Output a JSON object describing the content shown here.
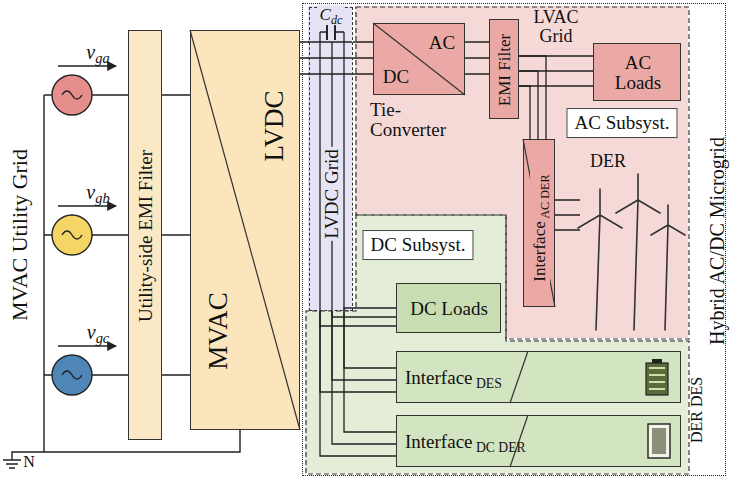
{
  "diagram": {
    "nodes": [
      {
        "text": [
          "Utility-side EMI Filter"
        ]
      },
      {
        "text": [
          "MVAC",
          "LVDC"
        ]
      },
      {
        "text": [
          "Hybrid AC/DC Microgrid"
        ]
      },
      {
        "text": [
          "LVDC Grid"
        ],
        "in": 2
      },
      {
        "text": [
          "AC Subsyst."
        ],
        "in": 2
      },
      {
        "text": [
          "AC",
          "DC",
          "Tie- Converter"
        ],
        "in": 4
      },
      {
        "text": [
          "EMI Filter"
        ],
        "in": 4
      },
      {
        "text": [
          "AC Loads"
        ],
        "in": 4
      },
      {
        "text": [
          "Interface AC DER"
        ],
        "in": 4
      },
      {
        "text": [
          "DC Subsyst."
        ],
        "in": 2
      },
      {
        "text": [
          "DC Loads"
        ],
        "in": 9
      },
      {
        "text": [
          "Interface DES"
        ],
        "in": 9
      },
      {
        "text": [
          "Interface DC DER"
        ],
        "in": 9
      }
    ],
    "edges": [
      {
        "from": 0,
        "to": 1,
        "arrow": "none"
      },
      {
        "from": 1,
        "to": 3,
        "arrow": "none"
      },
      {
        "from": 3,
        "to": 5,
        "arrow": "none"
      },
      {
        "from": 5,
        "to": 6,
        "arrow": "none"
      },
      {
        "from": 6,
        "to": 7,
        "arrow": "none"
      },
      {
        "from": 6,
        "to": 8,
        "arrow": "none"
      },
      {
        "from": 3,
        "to": 10,
        "arrow": "none"
      },
      {
        "from": 3,
        "to": 11,
        "arrow": "none"
      },
      {
        "from": 3,
        "to": 12,
        "arrow": "none"
      }
    ],
    "labels": [
      "MVAC Utility Grid",
      "vga",
      "vgb",
      "vgc",
      "N",
      "Cdc",
      "LVAC Grid",
      "DER",
      "DER DES"
    ]
  }
}
